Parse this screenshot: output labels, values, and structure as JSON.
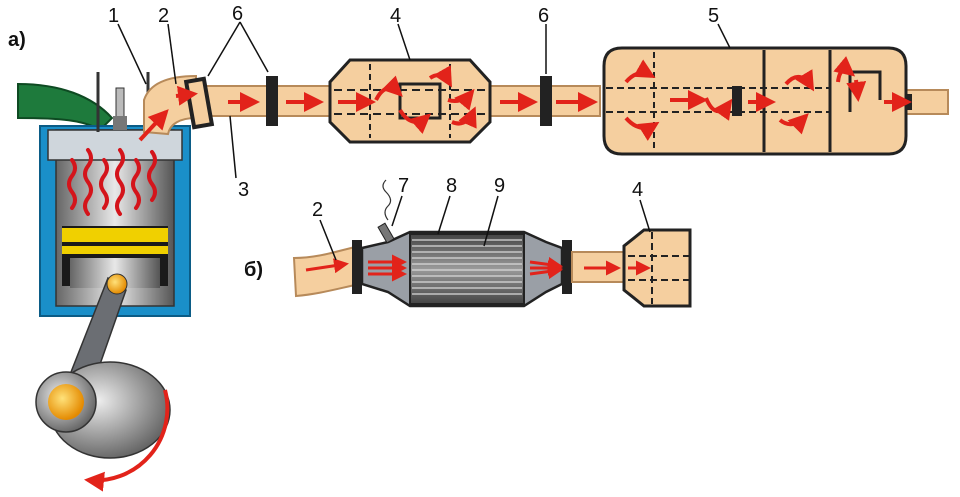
{
  "panel_labels": {
    "a": "а)",
    "b": "б)"
  },
  "callouts": {
    "n1": "1",
    "n2": "2",
    "n3": "3",
    "n4": "4",
    "n5": "5",
    "n6a": "6",
    "n6b": "6",
    "b_n2": "2",
    "b_n4": "4",
    "b_n7": "7",
    "b_n8": "8",
    "b_n9": "9"
  },
  "colors": {
    "pipe": "#f5cf9f",
    "pipe_stroke": "#b78a5a",
    "flow_arrow": "#e2231a",
    "cylinder_blue": "#1a8fc9",
    "intake_green": "#1e7a3c",
    "flange": "#333333",
    "converter_core": "#8a8a8a",
    "crank_gold": "#f4b21f"
  }
}
